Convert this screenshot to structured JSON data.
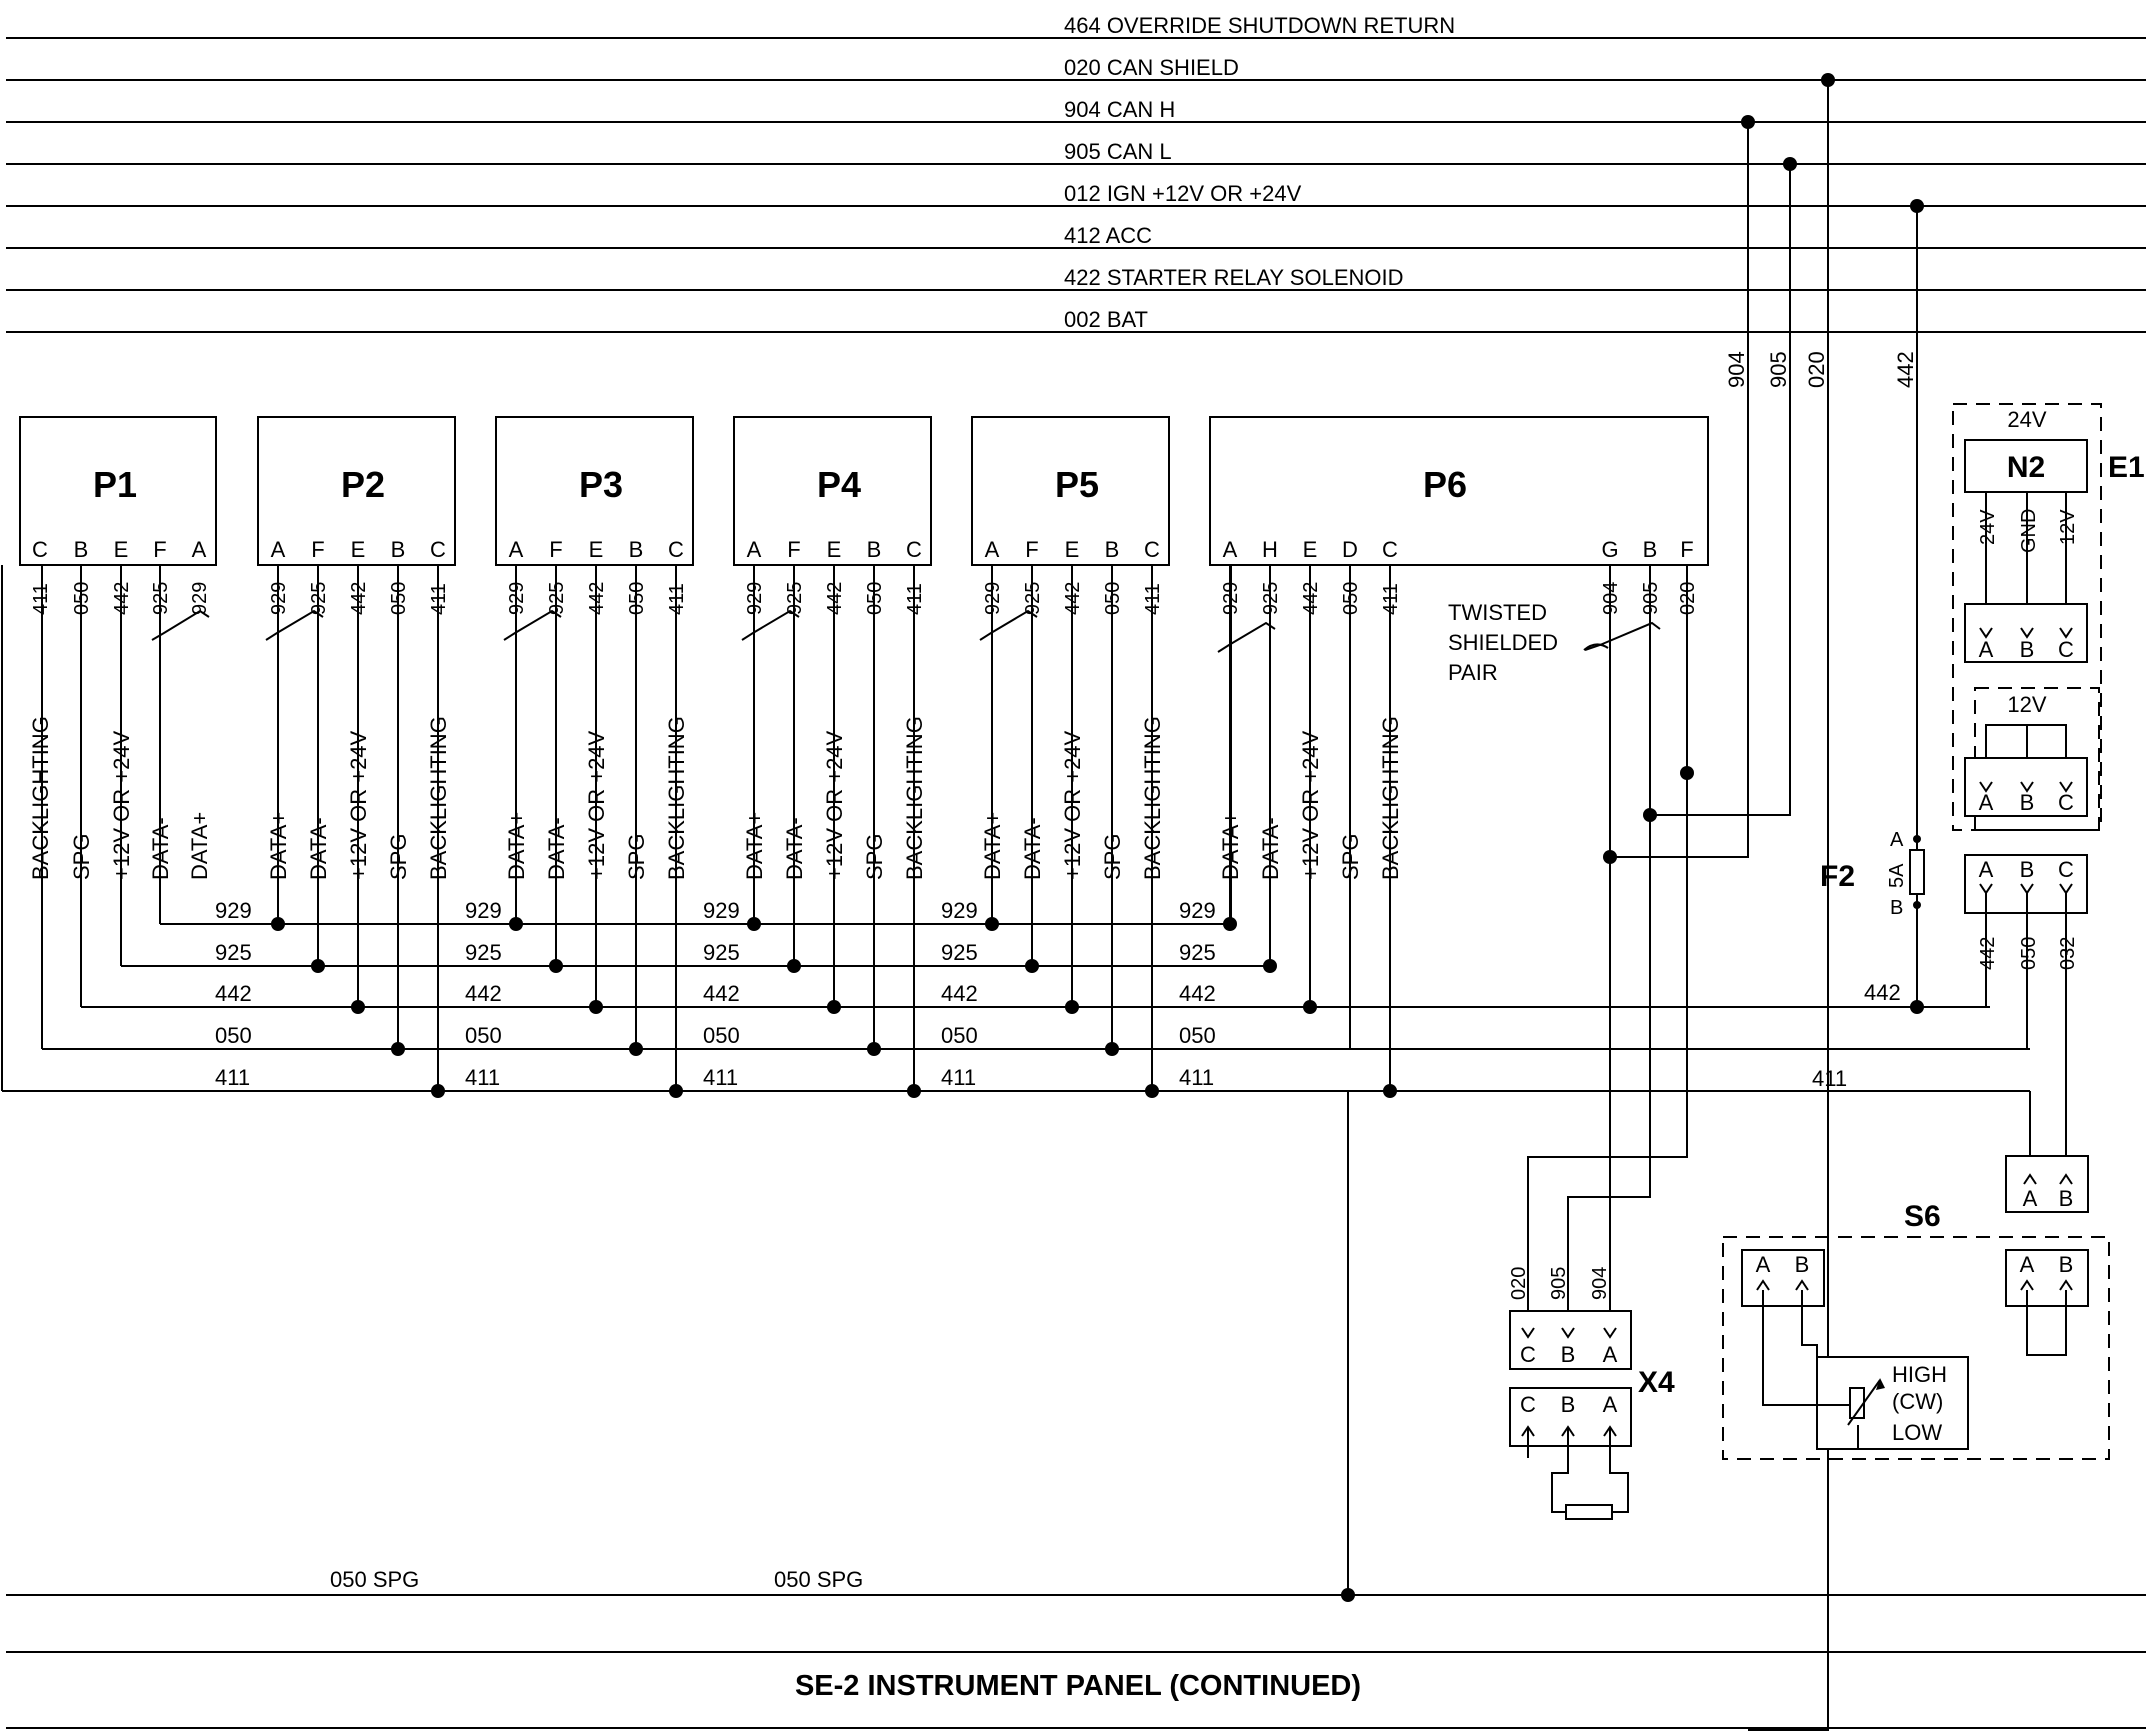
{
  "bus_lines": [
    {
      "id": "464",
      "label": "464 OVERRIDE SHUTDOWN RETURN"
    },
    {
      "id": "020",
      "label": "020 CAN SHIELD"
    },
    {
      "id": "904",
      "label": "904  CAN H"
    },
    {
      "id": "905",
      "label": "905 CAN L"
    },
    {
      "id": "012",
      "label": "012 IGN +12V OR +24V"
    },
    {
      "id": "412",
      "label": "412  ACC"
    },
    {
      "id": "422",
      "label": "422 STARTER RELAY SOLENOID"
    },
    {
      "id": "002",
      "label": "002 BAT"
    }
  ],
  "drop_wires": {
    "w904": "904",
    "w905": "905",
    "w020": "020",
    "w442": "442"
  },
  "modules": [
    {
      "name": "P1",
      "pins": [
        "C",
        "B",
        "E",
        "F",
        "A"
      ],
      "wires": [
        "411",
        "050",
        "442",
        "925",
        "929"
      ],
      "signals": [
        "BACKLIGHTING",
        "SPG",
        "+12V OR +24V",
        "DATA-",
        "DATA+"
      ]
    },
    {
      "name": "P2",
      "pins": [
        "A",
        "F",
        "E",
        "B",
        "C"
      ],
      "wires": [
        "929",
        "925",
        "442",
        "050",
        "411"
      ],
      "signals": [
        "DATA+",
        "DATA-",
        "+12V OR +24V",
        "SPG",
        "BACKLIGHTING"
      ]
    },
    {
      "name": "P3",
      "pins": [
        "A",
        "F",
        "E",
        "B",
        "C"
      ],
      "wires": [
        "929",
        "925",
        "442",
        "050",
        "411"
      ],
      "signals": [
        "DATA+",
        "DATA-",
        "+12V OR +24V",
        "SPG",
        "BACKLIGHTING"
      ]
    },
    {
      "name": "P4",
      "pins": [
        "A",
        "F",
        "E",
        "B",
        "C"
      ],
      "wires": [
        "929",
        "925",
        "442",
        "050",
        "411"
      ],
      "signals": [
        "DATA+",
        "DATA-",
        "+12V OR +24V",
        "SPG",
        "BACKLIGHTING"
      ]
    },
    {
      "name": "P5",
      "pins": [
        "A",
        "F",
        "E",
        "B",
        "C"
      ],
      "wires": [
        "929",
        "925",
        "442",
        "050",
        "411"
      ],
      "signals": [
        "DATA+",
        "DATA-",
        "+12V OR +24V",
        "SPG",
        "BACKLIGHTING"
      ]
    },
    {
      "name": "P6",
      "pins": [
        "A",
        "H",
        "E",
        "D",
        "C"
      ],
      "wires": [
        "929",
        "925",
        "442",
        "050",
        "411"
      ],
      "signals": [
        "DATA+",
        "DATA-",
        "+12V OR +24V",
        "SPG",
        "BACKLIGHTING"
      ],
      "can_pins": [
        "G",
        "B",
        "F"
      ],
      "can_wires": [
        "904",
        "905",
        "020"
      ]
    }
  ],
  "harness_labels": [
    "929",
    "925",
    "442",
    "050",
    "411"
  ],
  "twisted_pair": {
    "line1": "TWISTED",
    "line2": "SHIELDED",
    "line3": "PAIR"
  },
  "e1": {
    "title": "E1",
    "n2": "N2",
    "top_voltage": "24V",
    "n2_pins": [
      "24V",
      "GND",
      "12V"
    ],
    "conn_pins": [
      "A",
      "B",
      "C"
    ],
    "jumper_voltage": "12V",
    "out_wires": [
      "442",
      "050",
      "032"
    ]
  },
  "f2": {
    "name": "F2",
    "rating": "5A",
    "pin_a": "A",
    "pin_b": "B"
  },
  "fuse_wire_label": "442",
  "backlight_right_label": "411",
  "dimmer_conn": {
    "pins": [
      "A",
      "B"
    ]
  },
  "s6": {
    "name": "S6",
    "left_pins": [
      "A",
      "B"
    ],
    "right_pins": [
      "A",
      "B"
    ],
    "high": "HIGH",
    "cw": "(CW)",
    "low": "LOW"
  },
  "x4": {
    "name": "X4",
    "top_wires": [
      "020",
      "905",
      "904"
    ],
    "pins": [
      "C",
      "B",
      "A"
    ]
  },
  "spg_ground": {
    "label_left": "050 SPG",
    "label_right": "050 SPG"
  },
  "footer_title": "SE-2 INSTRUMENT PANEL (CONTINUED)"
}
